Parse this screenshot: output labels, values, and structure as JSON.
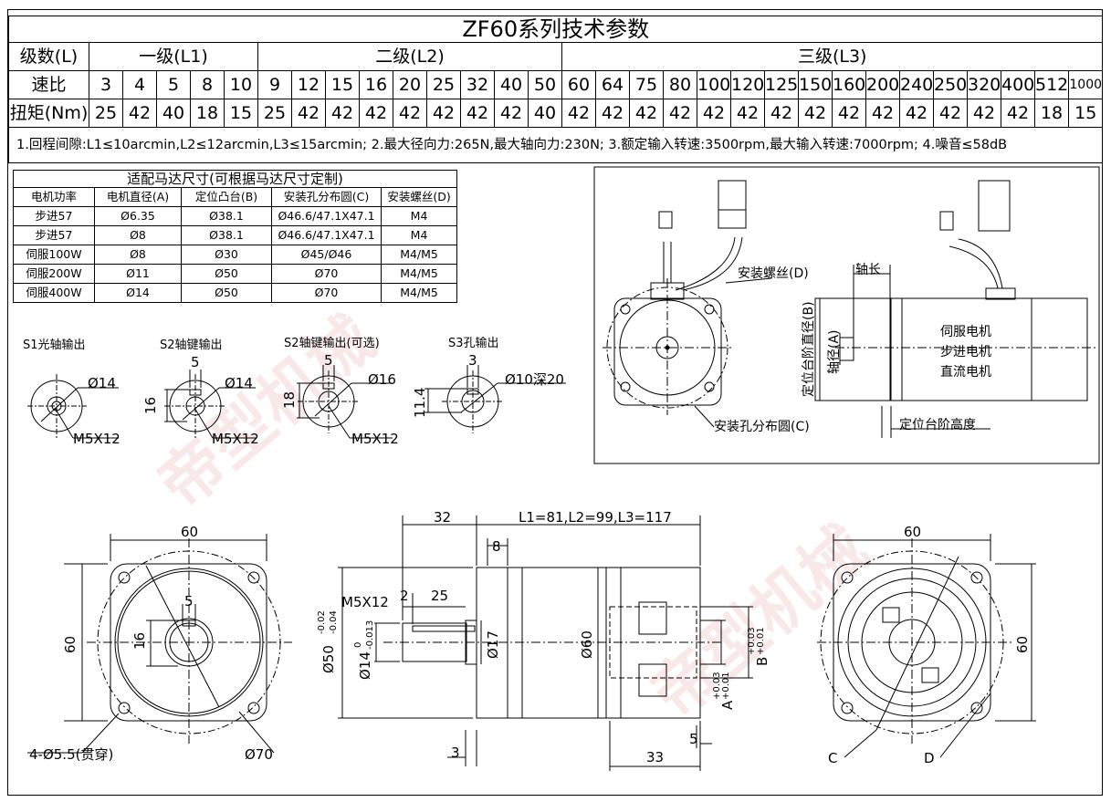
{
  "title": "ZF60系列技术参数",
  "row_labels": {
    "level": "级数(L)",
    "ratio": "速比",
    "torque": "扭矩(Nm)"
  },
  "levels": [
    "一级(L1)",
    "二级(L2)",
    "三级(L3)"
  ],
  "ratios": [
    "3",
    "4",
    "5",
    "8",
    "10",
    "9",
    "12",
    "15",
    "16",
    "20",
    "25",
    "32",
    "40",
    "50",
    "60",
    "64",
    "75",
    "80",
    "100",
    "120",
    "125",
    "150",
    "160",
    "200",
    "240",
    "250",
    "320",
    "400",
    "512",
    "1000"
  ],
  "torques": [
    "25",
    "42",
    "40",
    "18",
    "15",
    "25",
    "42",
    "42",
    "42",
    "42",
    "42",
    "42",
    "42",
    "40",
    "42",
    "42",
    "42",
    "42",
    "42",
    "42",
    "42",
    "42",
    "42",
    "42",
    "42",
    "42",
    "42",
    "42",
    "18",
    "15"
  ],
  "note": "1.回程间隙:L1≤10arcmin,L2≤12arcmin,L3≤15arcmin; 2.最大径向力:265N,最大轴向力:230N; 3.额定输入转速:3500rpm,最大输入转速:7000rpm; 4.噪音≤58dB",
  "motor_table": {
    "title": "适配马达尺寸(可根据马达尺寸定制)",
    "headers": [
      "电机功率",
      "电机直径(A)",
      "定位凸台(B)",
      "安装孔分布圆(C)",
      "安装螺丝(D)"
    ],
    "rows": [
      [
        "步进57",
        "Ø6.35",
        "Ø38.1",
        "Ø46.6/47.1X47.1",
        "M4"
      ],
      [
        "步进57",
        "Ø8",
        "Ø38.1",
        "Ø46.6/47.1X47.1",
        "M4"
      ],
      [
        "伺服100W",
        "Ø8",
        "Ø30",
        "Ø45/Ø46",
        "M4/M5"
      ],
      [
        "伺服200W",
        "Ø11",
        "Ø50",
        "Ø70",
        "M4/M5"
      ],
      [
        "伺服400W",
        "Ø14",
        "Ø50",
        "Ø70",
        "M4/M5"
      ]
    ]
  },
  "shafts": {
    "s1": {
      "title": "S1光轴输出",
      "dia": "Ø14",
      "thread": "M5X12"
    },
    "s2": {
      "title": "S2轴键输出",
      "key": "5",
      "dia": "Ø14",
      "h": "16",
      "thread": "M5X12"
    },
    "s2b": {
      "title": "S2轴键输出(可选)",
      "key": "5",
      "dia": "Ø16",
      "h": "18",
      "thread": "M5X12"
    },
    "s3": {
      "title": "S3孔输出",
      "key": "3",
      "dia": "Ø10深20",
      "h": "11.4"
    }
  },
  "motor_diagram": {
    "screw": "安装螺丝(D)",
    "shaft_len": "轴长",
    "boss_dia": "定位台阶直径(B)",
    "shaft_dia": "轴径(A)",
    "types": [
      "伺服电机",
      "步进电机",
      "直流电机"
    ],
    "pcd": "安装孔分布圆(C)",
    "boss_h": "定位台阶高度"
  },
  "drawing": {
    "front_w": "60",
    "front_h": "60",
    "key_w": "5",
    "key_h": "16",
    "hole": "4-Ø5.5(贯穿)",
    "pcd": "Ø70",
    "side_32": "32",
    "side_len": "L1=81,L2=99,L3=117",
    "side_8": "8",
    "side_m5": "M5X12",
    "side_2": "2",
    "side_25": "25",
    "side_d50": "Ø50",
    "side_d50_tol_top": "-0.02",
    "side_d50_tol_bot": "-0.04",
    "side_d14": "Ø14",
    "side_d14_tol_top": "0",
    "side_d14_tol_bot": "-0.013",
    "side_d17": "Ø17",
    "side_d60": "Ø60",
    "side_a": "A",
    "side_a_tol_top": "+0.03",
    "side_a_tol_bot": "+0.01",
    "side_b": "B",
    "side_b_tol_top": "+0.03",
    "side_b_tol_bot": "+0.01",
    "side_5": "5",
    "side_3": "3",
    "side_33": "33",
    "rear_w": "60",
    "rear_h": "60",
    "rear_c": "C",
    "rear_d": "D"
  },
  "watermark": "帝型机械"
}
